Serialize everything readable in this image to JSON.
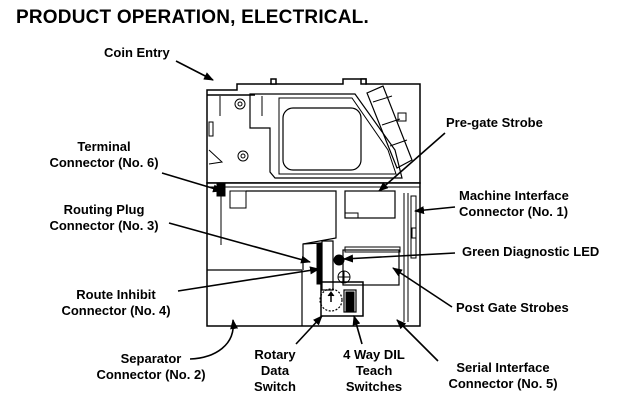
{
  "title": "PRODUCT OPERATION, ELECTRICAL.",
  "labels": {
    "coin_entry": [
      "Coin Entry"
    ],
    "terminal_connector": [
      "Terminal",
      "Connector (No. 6)"
    ],
    "routing_plug": [
      "Routing Plug",
      "Connector (No. 3)"
    ],
    "route_inhibit": [
      "Route Inhibit",
      "Connector (No. 4)"
    ],
    "separator_connector": [
      "Separator",
      "Connector (No. 2)"
    ],
    "rotary_switch": [
      "Rotary",
      "Data",
      "Switch"
    ],
    "dil_switches": [
      "4 Way DIL",
      "Teach",
      "Switches"
    ],
    "serial_interface": [
      "Serial Interface",
      "Connector (No. 5)"
    ],
    "post_gate": [
      "Post Gate Strobes"
    ],
    "green_led": [
      "Green Diagnostic LED"
    ],
    "machine_interface": [
      "Machine Interface",
      "Connector (No. 1)"
    ],
    "pregate": [
      "Pre-gate Strobe"
    ]
  }
}
